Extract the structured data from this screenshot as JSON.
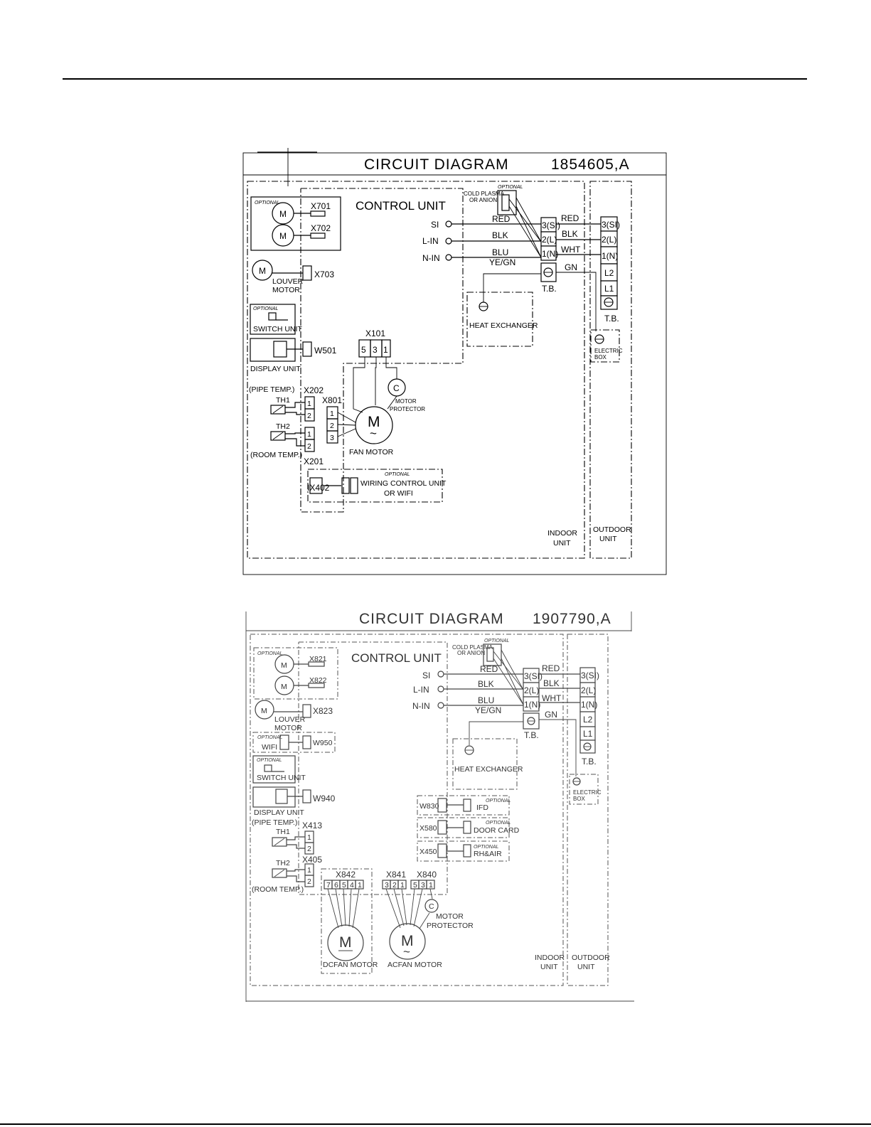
{
  "diagram1": {
    "title": "CIRCUIT  DIAGRAM",
    "code": "1854605,A",
    "control_unit": "CONTROL UNIT",
    "optional": "OPTIONAL",
    "x701": "X701",
    "x702": "X702",
    "x703": "X703",
    "louver_motor_1": "LOUVER",
    "louver_motor_2": "MOTOR",
    "switch_unit": "SWITCH UNIT",
    "display_unit": "DISPLAY UNIT",
    "w501": "W501",
    "pipe_temp": "(PIPE TEMP.)",
    "room_temp": "(ROOM TEMP.)",
    "th1": "TH1",
    "th2": "TH2",
    "x202": "X202",
    "x201": "X201",
    "x801": "X801",
    "x101": "X101",
    "x101_pins": [
      "5",
      "3",
      "1"
    ],
    "pins_12": [
      "1",
      "2"
    ],
    "pins_123": [
      "1",
      "2",
      "3"
    ],
    "motor_m": "M",
    "tilde": "~",
    "fan_motor": "FAN MOTOR",
    "motor_protector_1": "MOTOR",
    "motor_protector_2": "PROTECTOR",
    "x402": "IX402",
    "wiring_control_1": "WIRING CONTROL UNIT",
    "wiring_control_2": "OR WIFI",
    "cold_plasma_1": "COLD PLASMA",
    "cold_plasma_2": "OR ANION",
    "si": "SI",
    "l_in": "L-IN",
    "n_in": "N-IN",
    "red": "RED",
    "blk": "BLK",
    "blu": "BLU",
    "yegn": "YE/GN",
    "wht": "WHT",
    "gn": "GN",
    "tb_indoor": [
      "3(SI)",
      "2(L)",
      "1(N)"
    ],
    "tb_outdoor": [
      "3(SI)",
      "2(L)",
      "1(N)",
      "L2",
      "L1"
    ],
    "tb": "T.B.",
    "heat_exchanger": "HEAT EXCHANGER",
    "electric_box_1": "ELECTRIC",
    "electric_box_2": "BOX",
    "indoor_1": "INDOOR",
    "indoor_2": "UNIT",
    "outdoor_1": "OUTDOOR",
    "outdoor_2": "UNIT"
  },
  "diagram2": {
    "title": "CIRCUIT  DIAGRAM",
    "code": "1907790,A",
    "control_unit": "CONTROL UNIT",
    "optional": "OPTIONAL",
    "x821": "X821",
    "x822": "X822",
    "x823": "X823",
    "louver_motor_1": "LOUVER",
    "louver_motor_2": "MOTOR",
    "wifi": "WIFI",
    "w950": "W950",
    "switch_unit": "SWITCH UNIT",
    "display_unit": "DISPLAY UNIT",
    "w940": "W940",
    "pipe_temp": "(PIPE TEMP.)",
    "room_temp": "(ROOM TEMP.)",
    "th1": "TH1",
    "th2": "TH2",
    "x413": "X413",
    "x405": "X405",
    "pins_12": [
      "1",
      "2"
    ],
    "x842": "X842",
    "x842_pins": [
      "7",
      "6",
      "5",
      "4",
      "1"
    ],
    "x841": "X841",
    "x841_pins": [
      "3",
      "2",
      "1"
    ],
    "x840": "X840",
    "x840_pins": [
      "5",
      "3",
      "1"
    ],
    "motor_m": "M",
    "tilde": "~",
    "dcfan_motor": "DCFAN MOTOR",
    "acfan_motor": "ACFAN MOTOR",
    "motor_protector_1": "MOTOR",
    "motor_protector_2": "PROTECTOR",
    "w830": "W830",
    "ifd": "IFD",
    "x580": "X580",
    "door_card": "DOOR CARD",
    "x450": "X450",
    "rh_air": "RH&AIR",
    "cold_plasma_1": "COLD PLASMA",
    "cold_plasma_2": "OR ANION",
    "si": "SI",
    "l_in": "L-IN",
    "n_in": "N-IN",
    "red": "RED",
    "blk": "BLK",
    "blu": "BLU",
    "yegn": "YE/GN",
    "wht": "WHT",
    "gn": "GN",
    "tb_indoor": [
      "3(SI)",
      "2(L)",
      "1(N)"
    ],
    "tb_outdoor": [
      "3(SI)",
      "2(L)",
      "1(N)",
      "L2",
      "L1"
    ],
    "tb": "T.B.",
    "heat_exchanger": "HEAT EXCHANGER",
    "electric_box_1": "ELECTRIC",
    "electric_box_2": "BOX",
    "indoor_1": "INDOOR",
    "indoor_2": "UNIT",
    "outdoor_1": "OUTDOOR",
    "outdoor_2": "UNIT"
  }
}
